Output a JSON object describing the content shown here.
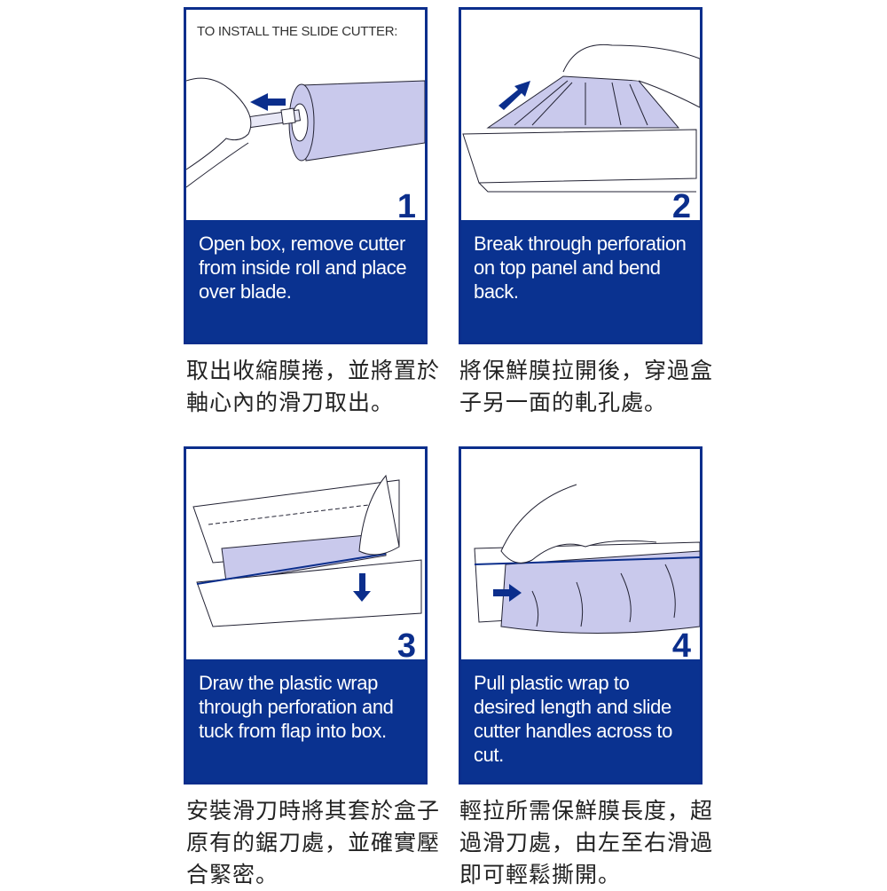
{
  "title": "TO INSTALL THE SLIDE CUTTER:",
  "colors": {
    "brand_blue": "#0a3290",
    "film_tint": "#c9c9ec"
  },
  "steps": [
    {
      "number": "1",
      "caption_en": "Open box, remove cutter from inside roll and place over blade.",
      "caption_zh": "取出收縮膜捲，並將置於軸心內的滑刀取出。",
      "illustration": "hand-removing-cutter-from-roll"
    },
    {
      "number": "2",
      "caption_en": "Break through perforation on top panel and bend back.",
      "caption_zh": "將保鮮膜拉開後，穿過盒子另一面的軋孔處。",
      "illustration": "hand-pulling-wrap-from-box"
    },
    {
      "number": "3",
      "caption_en": "Draw the plastic wrap through perforation and tuck from flap into box.",
      "caption_zh": "安裝滑刀時將其套於盒子原有的鋸刀處，並確實壓合緊密。",
      "illustration": "hand-tucking-flap-into-box"
    },
    {
      "number": "4",
      "caption_en": "Pull plastic wrap to desired length and slide cutter handles across to cut.",
      "caption_zh": "輕拉所需保鮮膜長度，超過滑刀處，由左至右滑過即可輕鬆撕開。",
      "illustration": "hand-sliding-cutter"
    }
  ]
}
